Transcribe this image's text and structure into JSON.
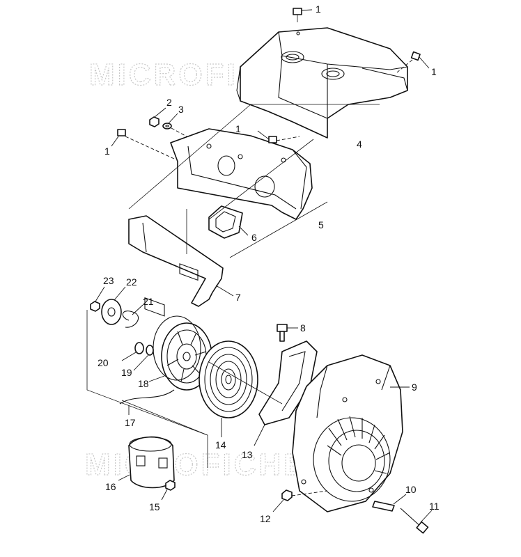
{
  "diagram": {
    "watermarks": [
      "MICROFICHE.NET",
      "MICROFICHE.NET"
    ],
    "callouts": {
      "c1a": "1",
      "c1b": "1",
      "c1c": "1",
      "c1d": "1",
      "c2": "2",
      "c3": "3",
      "c4": "4",
      "c5": "5",
      "c6": "6",
      "c7": "7",
      "c8": "8",
      "c9": "9",
      "c10": "10",
      "c11": "11",
      "c12": "12",
      "c13": "13",
      "c14": "14",
      "c15": "15",
      "c16": "16",
      "c17": "17",
      "c18": "18",
      "c19": "19",
      "c20": "20",
      "c21": "21",
      "c22": "22",
      "c23": "23"
    }
  }
}
